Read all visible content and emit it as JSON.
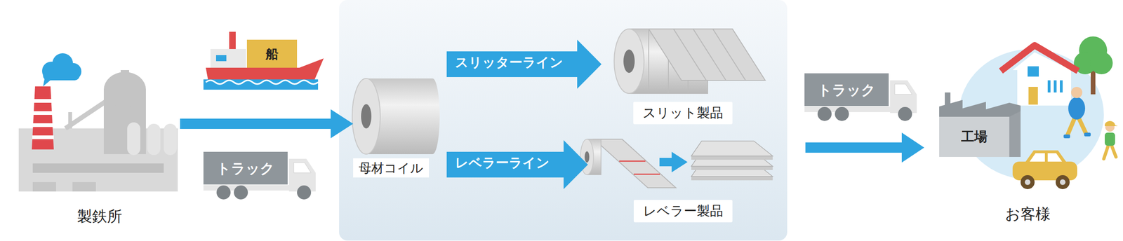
{
  "diagram": {
    "nodes": [
      {
        "text": [
          "製鉄所"
        ]
      },
      {
        "text": [
          "船"
        ]
      },
      {
        "text": [
          "トラック"
        ]
      },
      {
        "text": [
          "母材コイル"
        ]
      },
      {
        "text": [
          "スリッターライン"
        ]
      },
      {
        "text": [
          "スリット製品"
        ]
      },
      {
        "text": [
          "レベラーライン"
        ]
      },
      {
        "text": [
          "レベラー製品"
        ]
      },
      {
        "text": [
          "トラック"
        ]
      },
      {
        "text": [
          "お客様"
        ]
      },
      {
        "text": [
          "工場"
        ],
        "in": 9
      }
    ],
    "edges": [
      {
        "from": 0,
        "to": 3,
        "arrow": "to"
      }
    ]
  }
}
